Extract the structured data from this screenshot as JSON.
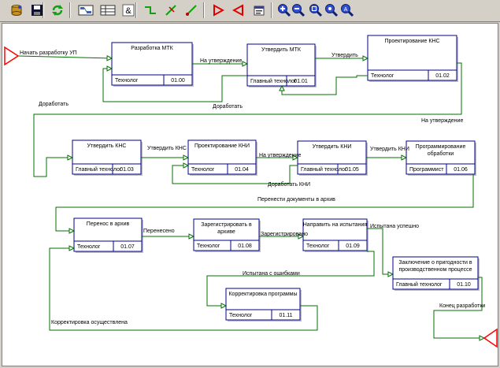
{
  "toolbar": {
    "buttons": [
      {
        "name": "database-icon"
      },
      {
        "name": "save-icon"
      },
      {
        "name": "refresh-icon"
      },
      {
        "name": "workflow-view-icon"
      },
      {
        "name": "table-view-icon"
      },
      {
        "name": "ampersand-icon",
        "text": "&"
      },
      {
        "name": "connector-icon"
      },
      {
        "name": "diagonal-connector-icon"
      },
      {
        "name": "node-line-icon"
      },
      {
        "name": "start-triangle-icon"
      },
      {
        "name": "end-triangle-icon"
      },
      {
        "name": "properties-icon"
      },
      {
        "name": "zoom-in-icon"
      },
      {
        "name": "zoom-out-icon"
      },
      {
        "name": "zoom-fit-icon"
      },
      {
        "name": "zoom-selection-icon"
      },
      {
        "name": "zoom-page-icon"
      }
    ]
  },
  "nodes": [
    {
      "id": "n1",
      "title": "Разработка МТК",
      "role": "Технолог",
      "code": "01.00"
    },
    {
      "id": "n2",
      "title": "Утвердить МТК",
      "role": "Главный технолог",
      "code": "01.01"
    },
    {
      "id": "n3",
      "title": "Проектирование КНС",
      "role": "Технолог",
      "code": "01.02"
    },
    {
      "id": "n4",
      "title": "Утвердить КНС",
      "role": "Главный технолог",
      "code": "01.03"
    },
    {
      "id": "n5",
      "title": "Проектирование КНИ",
      "role": "Технолог",
      "code": "01.04"
    },
    {
      "id": "n6",
      "title": "Утвердить КНИ",
      "role": "Главный технолог",
      "code": "01.05"
    },
    {
      "id": "n7",
      "title": "Программирование обработки",
      "role": "Программист",
      "code": "01.06"
    },
    {
      "id": "n8",
      "title": "Перенос в архив",
      "role": "Технолог",
      "code": "01.07"
    },
    {
      "id": "n9",
      "title": "Зарегистрировать в архиве",
      "role": "Технолог",
      "code": "01.08"
    },
    {
      "id": "n10",
      "title": "Направить на испытания",
      "role": "Технолог",
      "code": "01.09"
    },
    {
      "id": "n11",
      "title": "Заключение о пригодности в производственном процессе",
      "role": "Главный технолог",
      "code": "01.10"
    },
    {
      "id": "n12",
      "title": "Корректировка программы",
      "role": "Технолог",
      "code": "01.11"
    }
  ],
  "edges": [
    {
      "id": "e0",
      "label": "Начать разработку УП"
    },
    {
      "id": "e1",
      "label": "На утверждение"
    },
    {
      "id": "e2",
      "label": "Утвердить"
    },
    {
      "id": "e3",
      "label": "Доработать"
    },
    {
      "id": "e4",
      "label": "Доработать"
    },
    {
      "id": "e5",
      "label": "На утверждение"
    },
    {
      "id": "e6",
      "label": "Утвердить КНС"
    },
    {
      "id": "e7",
      "label": "На утверждение"
    },
    {
      "id": "e8",
      "label": "Утвердить КНИ"
    },
    {
      "id": "e9",
      "label": "Доработать КНИ"
    },
    {
      "id": "e10",
      "label": "Перенести документы в архив"
    },
    {
      "id": "e11",
      "label": "Перенесено"
    },
    {
      "id": "e12",
      "label": "Зарегистрировано"
    },
    {
      "id": "e13",
      "label": "Испытана успешно"
    },
    {
      "id": "e14",
      "label": "Испытана с ошибками"
    },
    {
      "id": "e15",
      "label": "Корректировка осуществлена"
    },
    {
      "id": "e16",
      "label": "Конец разработки"
    }
  ],
  "colors": {
    "node_border": "#00008b",
    "edge": "#007000",
    "terminator": "#ff0000",
    "canvas": "#ffffff",
    "chrome": "#d4d0c8"
  }
}
